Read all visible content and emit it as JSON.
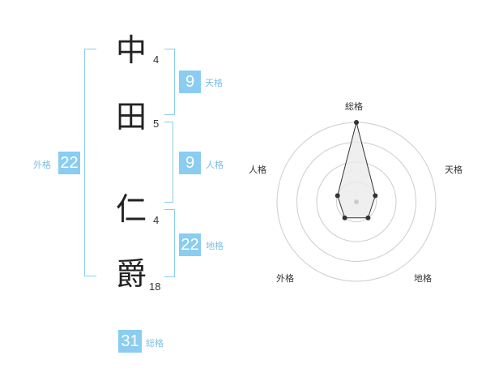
{
  "name": {
    "chars": [
      {
        "char": "中",
        "strokes": "4"
      },
      {
        "char": "田",
        "strokes": "5"
      },
      {
        "char": "仁",
        "strokes": "4"
      },
      {
        "char": "爵",
        "strokes": "18"
      }
    ]
  },
  "kaku": {
    "tenkaku": {
      "value": "9",
      "label": "天格"
    },
    "jinkaku": {
      "value": "9",
      "label": "人格"
    },
    "chikaku": {
      "value": "22",
      "label": "地格"
    },
    "gaikaku": {
      "value": "22",
      "label": "外格"
    },
    "soukaku": {
      "value": "31",
      "label": "総格"
    }
  },
  "chart_data": {
    "type": "radar",
    "axes": [
      "総格",
      "天格",
      "地格",
      "外格",
      "人格"
    ],
    "series": [
      {
        "values": [
          4,
          1,
          1,
          1,
          1
        ]
      }
    ],
    "rlim": [
      0,
      4
    ],
    "rings": 4,
    "colors": {
      "fill": "#ebebeb",
      "stroke": "#333333",
      "ring": "#cccccc",
      "center": "#cccccc"
    }
  }
}
